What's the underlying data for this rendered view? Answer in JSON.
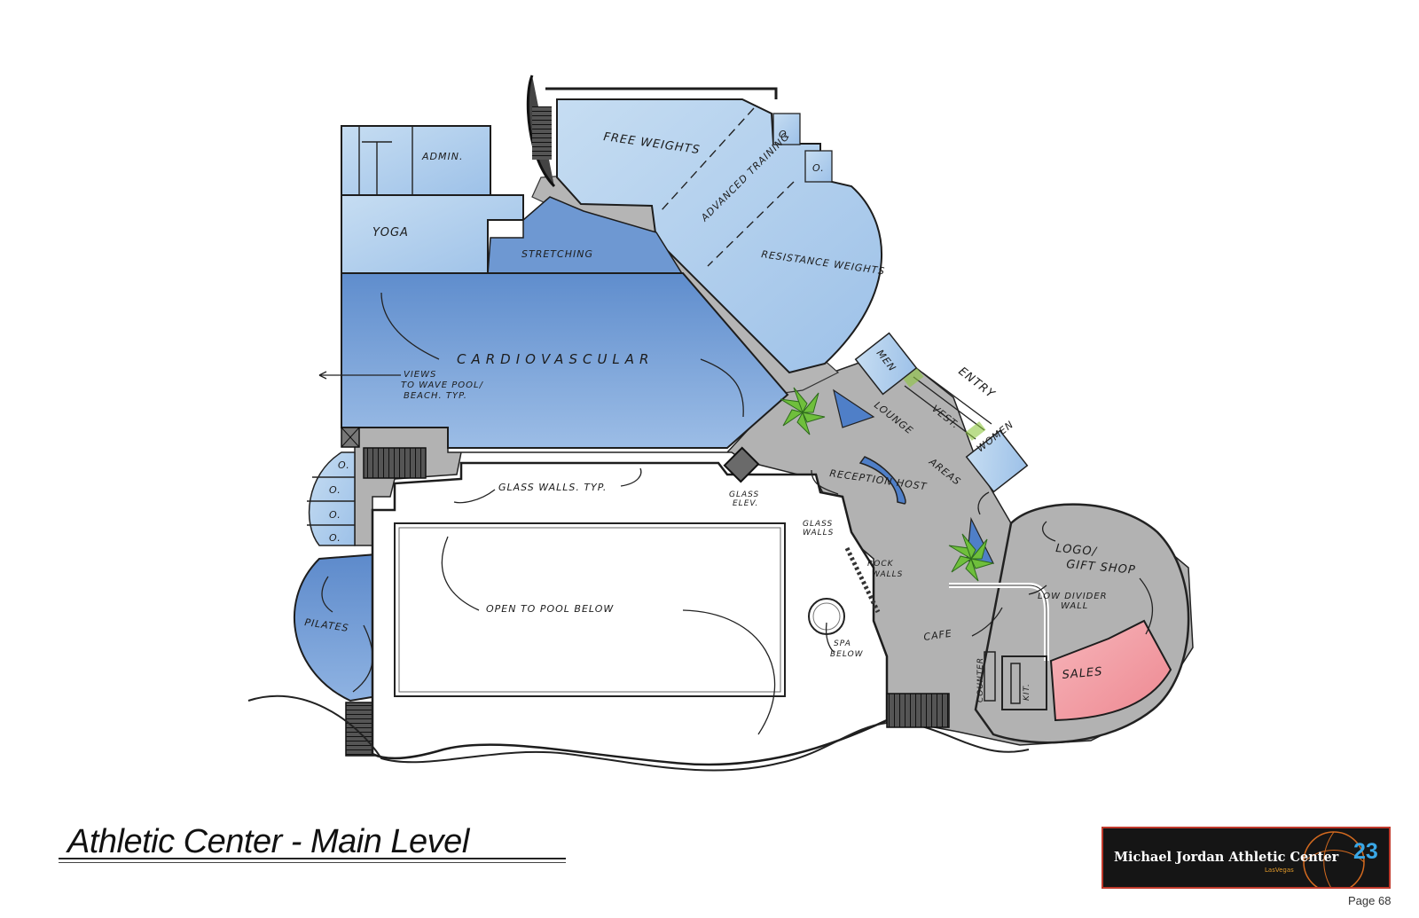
{
  "title": "Athletic Center - Main Level",
  "page_number": "Page 68",
  "logo": {
    "name": "Michael Jordan Athletic Center",
    "city": "LasVegas",
    "number": "23"
  },
  "rooms": {
    "free_weights": "FREE WEIGHTS",
    "advanced_training": "ADVANCED TRAINING",
    "resistance_weights": "RESISTANCE WEIGHTS",
    "office_a": "O.",
    "office_b": "O.",
    "admin": "ADMIN.",
    "yoga": "YOGA",
    "stretching": "STRETCHING",
    "cardiovascular": "CARDIOVASCULAR",
    "men": "MEN",
    "women": "WOMEN",
    "vest": "VEST.",
    "entry": "ENTRY",
    "lounge_areas_1": "LOUNGE",
    "lounge_areas_2": "AREAS",
    "reception_host": "RECEPTION HOST",
    "office_c": "O.",
    "office_d": "O.",
    "office_e": "O.",
    "office_f": "O.",
    "pilates": "PILATES",
    "logo_gift_shop_1": "LOGO/",
    "logo_gift_shop_2": "GIFT SHOP",
    "sales": "SALES",
    "cafe": "CAFE",
    "counter": "COUNTER",
    "kit": "KIT."
  },
  "notes": {
    "views_1": "VIEWS",
    "views_2": "TO WAVE POOL/",
    "views_3": "BEACH. TYP.",
    "glass_walls_typ": "GLASS WALLS. TYP.",
    "glass_elev_1": "GLASS",
    "glass_elev_2": "ELEV.",
    "glass_walls_1": "GLASS",
    "glass_walls_2": "WALLS",
    "rock_walls_1": "ROCK",
    "rock_walls_2": "WALLS",
    "open_to_pool": "OPEN TO POOL BELOW",
    "spa_below_1": "SPA",
    "spa_below_2": "BELOW",
    "low_divider_1": "LOW DIVIDER",
    "low_divider_2": "WALL"
  },
  "colors": {
    "room_light_blue": "#b3d1ee",
    "room_mid_blue": "#8fb6e3",
    "room_dark_blue": "#5c8bcc",
    "corridor_gray": "#b3b3b3",
    "sales_pink": "#f2a0a6",
    "plant_green": "#6fbf3c",
    "logo_number": "#3aa7e6"
  }
}
